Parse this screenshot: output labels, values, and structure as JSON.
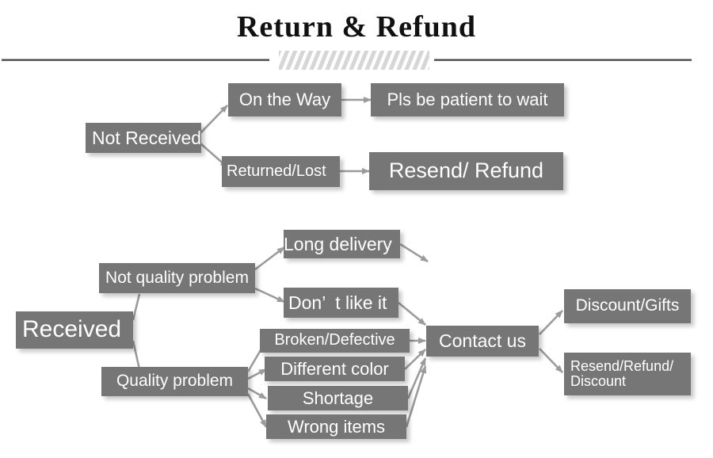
{
  "page": {
    "title": "Return & Refund",
    "background_color": "#ffffff",
    "node_fill_color": "#767676",
    "node_text_color": "#ffffff",
    "connector_color": "#9b9b9b",
    "divider_color": "#4a4a52"
  },
  "flow": {
    "not_received_branch": {
      "root_label": "Not Received",
      "branches": [
        {
          "condition_label": "On the Way",
          "outcome_label": "Pls be patient to wait"
        },
        {
          "condition_label": "Returned/Lost",
          "outcome_label": "Resend/ Refund"
        }
      ]
    },
    "received_branch": {
      "root_label": "Received",
      "categories": [
        {
          "category_label": "Not quality problem",
          "reasons": [
            "Long delivery",
            "Don’  t like it"
          ]
        },
        {
          "category_label": "Quality problem",
          "reasons": [
            "Broken/Defective",
            "Different color",
            "Shortage",
            "Wrong items"
          ]
        }
      ],
      "action_label": "Contact us",
      "resolutions": [
        "Discount/Gifts",
        "Resend/Refund/\nDiscount"
      ]
    }
  }
}
